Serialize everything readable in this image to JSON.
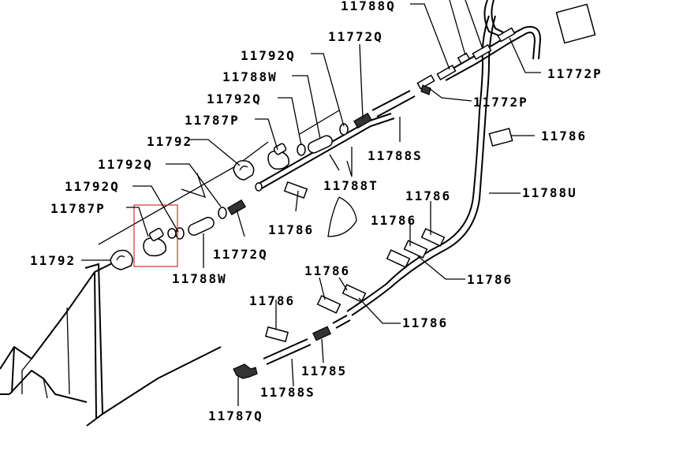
{
  "labels": {
    "l1": "11788Q",
    "l2": "11772Q",
    "l3": "11792Q",
    "l4": "11788W",
    "l5": "11792Q",
    "l6": "11772P",
    "l7": "11772P",
    "l8": "11787P",
    "l9": "11786",
    "l10": "11792",
    "l11": "11788S",
    "l12": "11792Q",
    "l13": "11788T",
    "l14": "11792Q",
    "l15": "11788U",
    "l16": "11786",
    "l17": "11787P",
    "l18": "11786",
    "l19": "11786",
    "l20": "11792",
    "l21": "11772Q",
    "l22": "11788W",
    "l23": "11786",
    "l24": "11786",
    "l25": "11786",
    "l26": "11786",
    "l27": "11785",
    "l28": "11788S",
    "l29": "11787Q"
  }
}
